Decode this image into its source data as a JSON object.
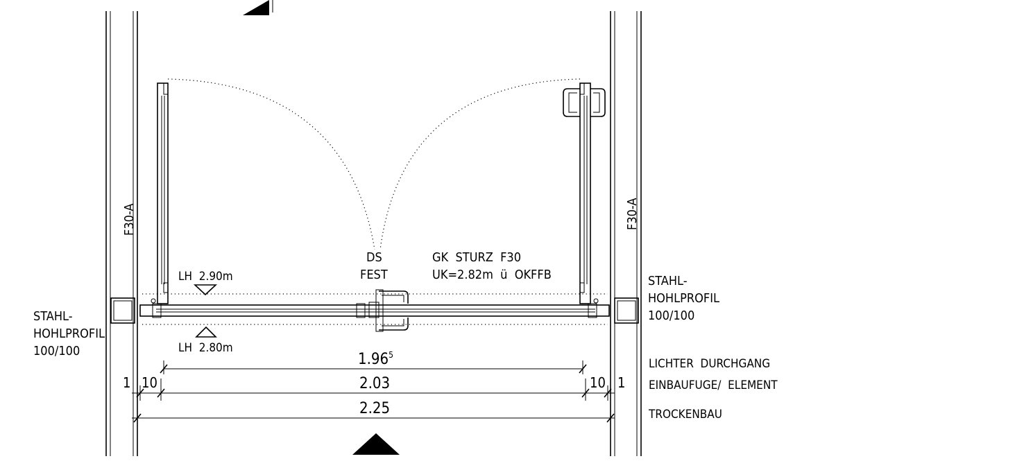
{
  "walls": {
    "left_label": "F30-A",
    "right_label": "F30-A"
  },
  "profile_left": {
    "line1": "STAHL-",
    "line2": "HOHLPROFIL",
    "line3": "100/100"
  },
  "profile_right": {
    "line1": "STAHL-",
    "line2": "HOHLPROFIL",
    "line3": "100/100"
  },
  "door": {
    "lh_top": "LH  2.90m",
    "lh_bottom": "LH  2.80m",
    "ds_line1": "DS",
    "ds_line2": "FEST",
    "sturz_line1": "GK  STURZ  F30",
    "sturz_line2": "UK=2.82m  ü  OKFFB"
  },
  "dimensions": {
    "clear_width": "1.96",
    "clear_width_sup": "5",
    "element_width": "2.03",
    "total_width": "2.25",
    "left_joint": "1",
    "left_gap": "10",
    "right_gap": "10",
    "right_joint": "1"
  },
  "legend": {
    "clear_passage": "LICHTER  DURCHGANG",
    "joint_element": "EINBAUFUGE/  ELEMENT",
    "drywall": "TROCKENBAU"
  }
}
